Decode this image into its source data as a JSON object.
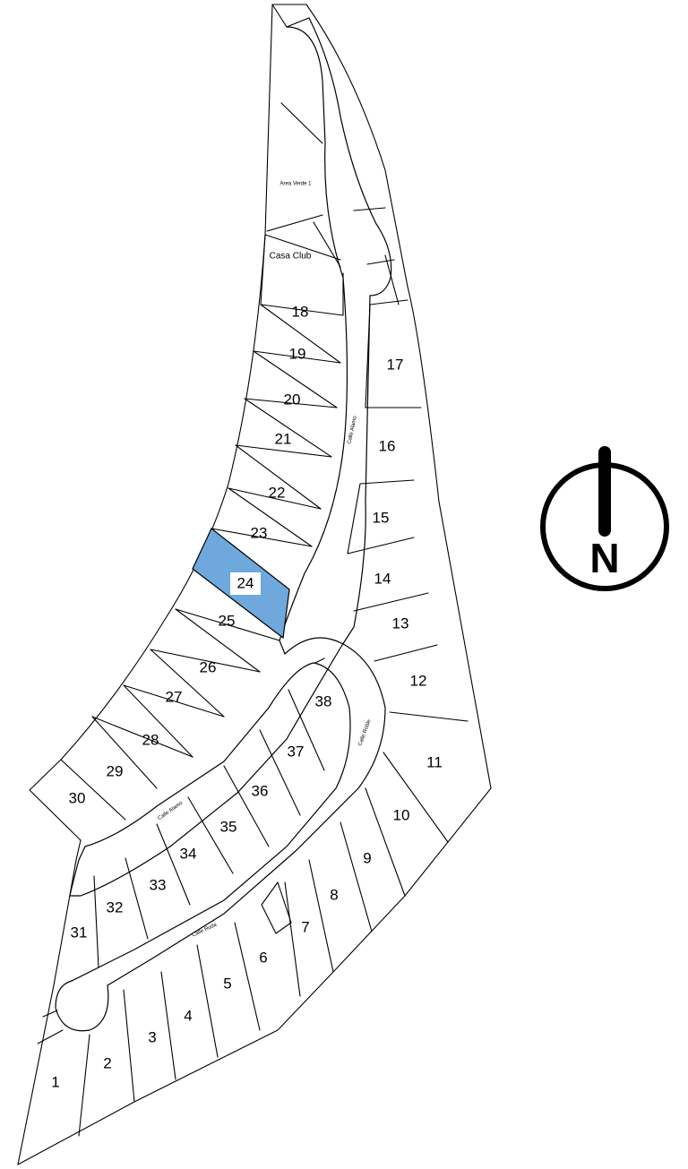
{
  "map": {
    "highlight_color": "#6fa8dc",
    "highlighted_lot": "24",
    "lots": [
      "1",
      "2",
      "3",
      "4",
      "5",
      "6",
      "7",
      "8",
      "9",
      "10",
      "11",
      "12",
      "13",
      "14",
      "15",
      "16",
      "17",
      "18",
      "19",
      "20",
      "21",
      "22",
      "23",
      "24",
      "25",
      "26",
      "27",
      "28",
      "29",
      "30",
      "31",
      "32",
      "33",
      "34",
      "35",
      "36",
      "37",
      "38"
    ],
    "labels": {
      "casa_club": "Casa Club",
      "area_verde": "Area Verde 1"
    },
    "streets": {
      "calle_alamo": "Calle Alamo",
      "calle_roble": "Calle Roble",
      "calle_ruda": "Calle Ruda",
      "calle_alamo_2": "Calle Alamo"
    }
  },
  "compass": {
    "letter": "N",
    "icon": "north-arrow-icon"
  }
}
